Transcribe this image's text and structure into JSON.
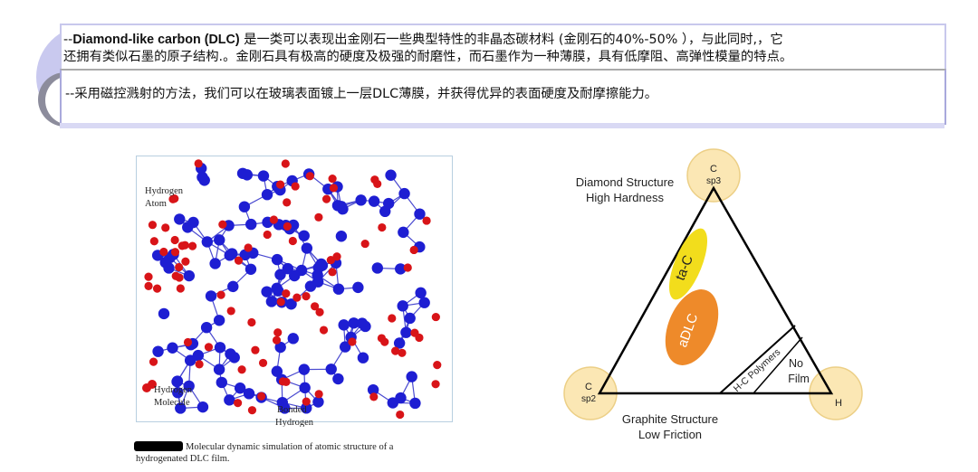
{
  "intro": {
    "line1_prefix": "--",
    "line1_bold": "Diamond-like carbon (DLC)",
    "line1_rest": " 是一类可以表现出金刚石一些典型特性的非晶态碳材料 (金刚石的40%-50% ），与此同时,，它",
    "line2": "还拥有类似石墨的原子结构.。金刚石具有极高的硬度及极强的耐磨性，而石墨作为一种薄膜，具有低摩阻、高弹性模量的特点。",
    "line3": "--采用磁控溅射的方法，我们可以在玻璃表面镀上一层DLC薄膜，并获得优异的表面硬度及耐摩擦能力。"
  },
  "molecule_figure": {
    "label_hydrogen_atom_1": "Hydrogen",
    "label_hydrogen_atom_2": "Atom",
    "label_hydrogen_molecule_1": "Hydrogen",
    "label_hydrogen_molecule_2": "Molecule",
    "label_bonded_1": "Bonded",
    "label_bonded_2": "Hydrogen",
    "caption_line1": "Molecular dynamic simulation of atomic structure of a",
    "caption_line2": "hydrogenated DLC film.",
    "carbon_color": "#1e1ed2",
    "hydrogen_color": "#d81418"
  },
  "ternary_diagram": {
    "top_label_1": "Diamond Structure",
    "top_label_2": "High Hardness",
    "bottom_label_1": "Graphite Structure",
    "bottom_label_2": "Low Friction",
    "corner_top_1": "C",
    "corner_top_2": "sp3",
    "corner_left_1": "C",
    "corner_left_2": "sp2",
    "corner_right": "H",
    "region_tac": "ta-C",
    "region_adlc": "aDLC",
    "region_polymers": "H-C Polymers",
    "region_nofilm_1": "No",
    "region_nofilm_2": "Film",
    "tac_color": "#f2dd1c",
    "adlc_color": "#ee8a2a",
    "corner_fill": "#fbe7b4"
  }
}
